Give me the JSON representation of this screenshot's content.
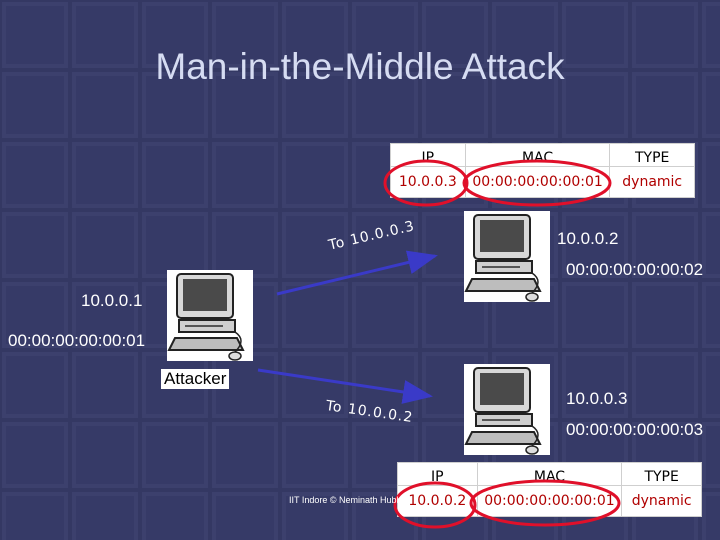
{
  "title": "Man-in-the-Middle Attack",
  "table_top": {
    "headers": [
      "IP",
      "MAC",
      "TYPE"
    ],
    "row": [
      "10.0.0.3",
      "00:00:00:00:00:01",
      "dynamic"
    ]
  },
  "table_bottom": {
    "headers": [
      "IP",
      "MAC",
      "TYPE"
    ],
    "row": [
      "10.0.0.2",
      "00:00:00:00:00:01",
      "dynamic"
    ]
  },
  "host_a": {
    "ip": "10.0.0.1",
    "mac": "00:00:00:00:00:01"
  },
  "host_b": {
    "ip": "10.0.0.2",
    "mac": "00:00:00:00:00:02"
  },
  "host_c": {
    "ip": "10.0.0.3",
    "mac": "00:00:00:00:00:03"
  },
  "attacker_label": "Attacker",
  "arrow_top_label": "To 10.0.0.3",
  "arrow_bottom_label": "To 10.0.0.2",
  "footer": "IIT Indore © Neminath Hubballi",
  "colors": {
    "arrow": "#3a3ac8",
    "highlight": "#e0102a",
    "cell_text": "#b00000"
  }
}
